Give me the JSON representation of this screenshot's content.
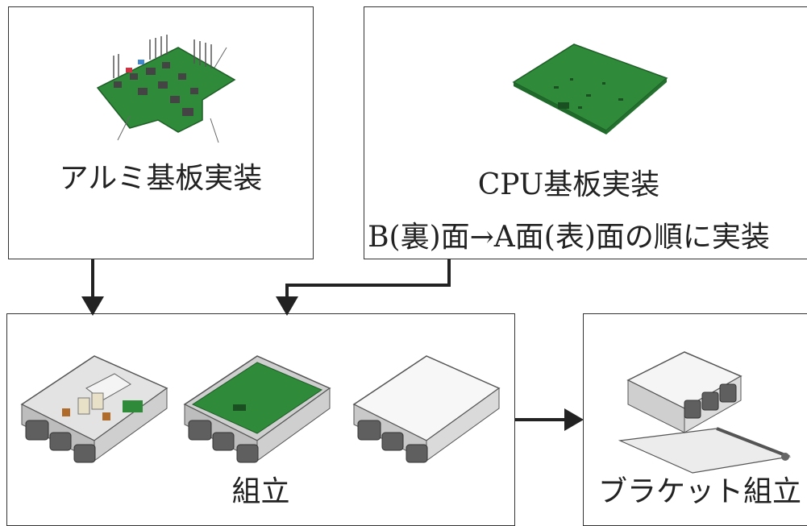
{
  "boxes": {
    "aluminum": {
      "label": "アルミ基板実装"
    },
    "cpu": {
      "label": "CPU基板実装",
      "sublabel": "B(裏)面→A面(表)面の順に実装"
    },
    "assembly": {
      "label": "組立"
    },
    "bracket": {
      "label": "ブラケット組立"
    }
  },
  "colors": {
    "board_green": "#2f8a3a",
    "line": "#222222",
    "housing": "#d9d9d9"
  }
}
